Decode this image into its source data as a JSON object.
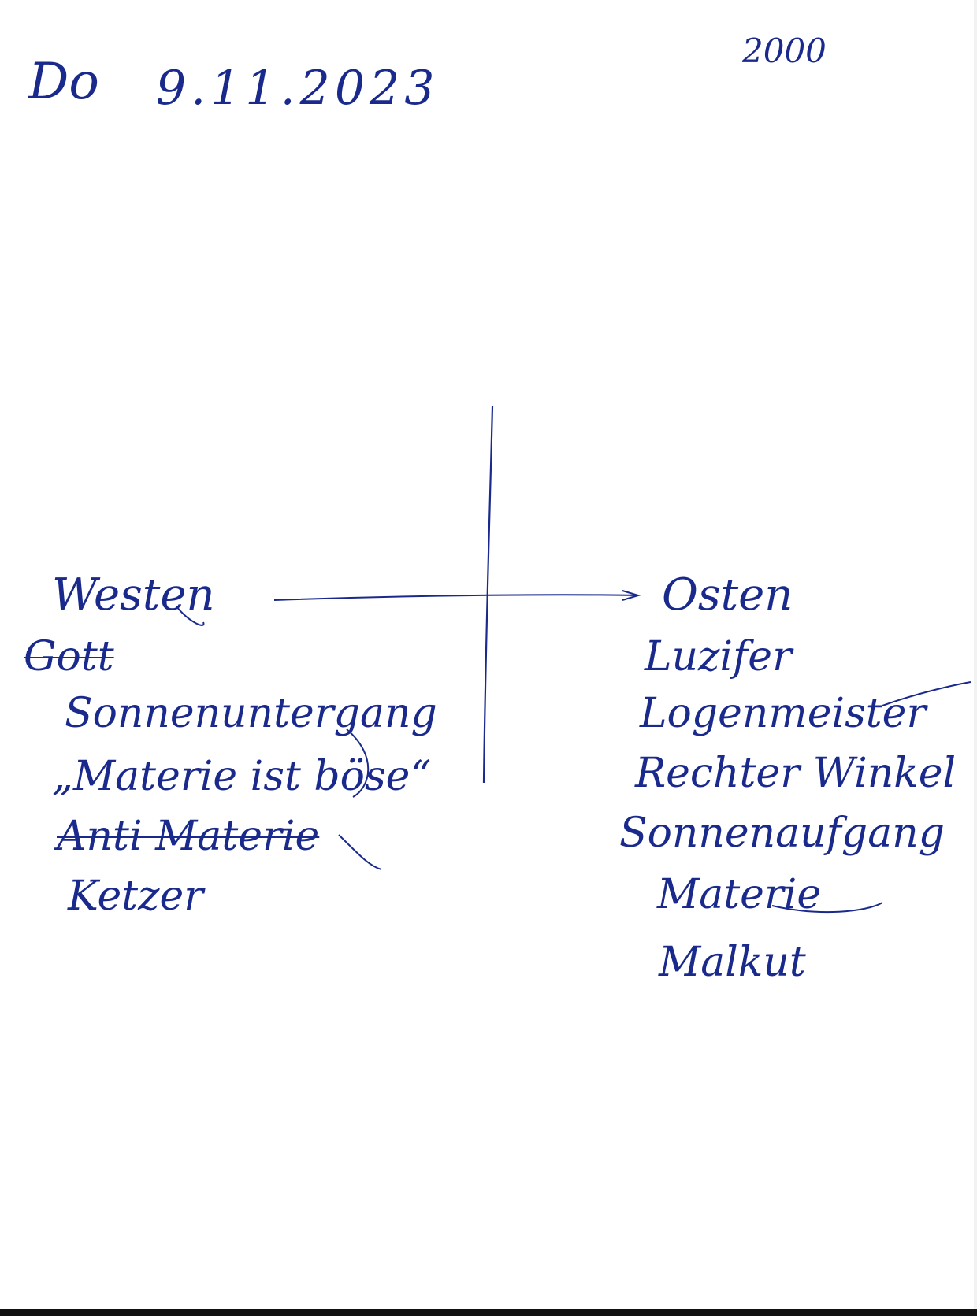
{
  "header": {
    "weekday": "Do",
    "date": "9.11.2023",
    "number": "2000"
  },
  "west": {
    "title": "Westen",
    "items": [
      {
        "text": "Gott",
        "struck": true
      },
      {
        "text": "Sonnenuntergang",
        "struck": false
      },
      {
        "text": "„Materie ist böse“",
        "struck": false
      },
      {
        "text": "Anti Materie",
        "struck": true
      },
      {
        "text": "Ketzer",
        "struck": false
      }
    ]
  },
  "east": {
    "title": "Osten",
    "items": [
      {
        "text": "Luzifer",
        "struck": false
      },
      {
        "text": "Logenmeister",
        "struck": false
      },
      {
        "text": "Rechter Winkel",
        "struck": false
      },
      {
        "text": "Sonnenaufgang",
        "struck": false
      },
      {
        "text": "Materie",
        "struck": false
      },
      {
        "text": "Malkut",
        "struck": false
      }
    ]
  },
  "colors": {
    "ink": "#1a2a8c",
    "paper": "#ffffff"
  }
}
